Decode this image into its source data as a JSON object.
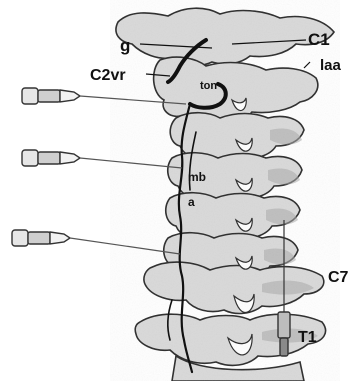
{
  "labels": {
    "g": "g",
    "c1": "C1",
    "c2vr": "C2vr",
    "laa": "laa",
    "ton": "ton",
    "mb": "mb",
    "a": "a",
    "c7": "C7",
    "t1": "T1"
  },
  "colors": {
    "bone": "#d9d9d9",
    "bone_shadow": "#a9a9a9",
    "outline": "#2a2a2a",
    "vessel": "#111111",
    "tube": "#555555"
  }
}
